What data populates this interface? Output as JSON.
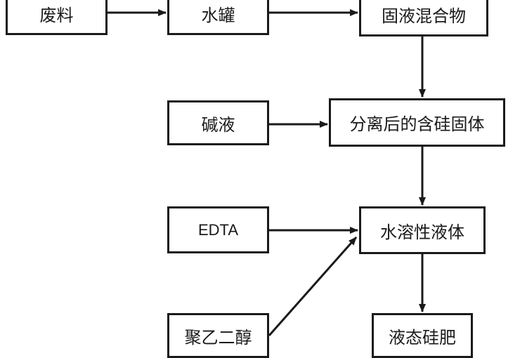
{
  "nodes": {
    "waste": "废料",
    "water_tank": "水罐",
    "solid_liquid_mixture": "固液混合物",
    "alkali": "碱液",
    "separated_solid": "分离后的含硅固体",
    "edta": "EDTA",
    "water_soluble_liquid": "水溶性液体",
    "peg": "聚乙二醇",
    "liquid_fertilizer": "液态硅肥"
  },
  "colors": {
    "stroke": "#1a1a1a",
    "background": "#ffffff"
  }
}
